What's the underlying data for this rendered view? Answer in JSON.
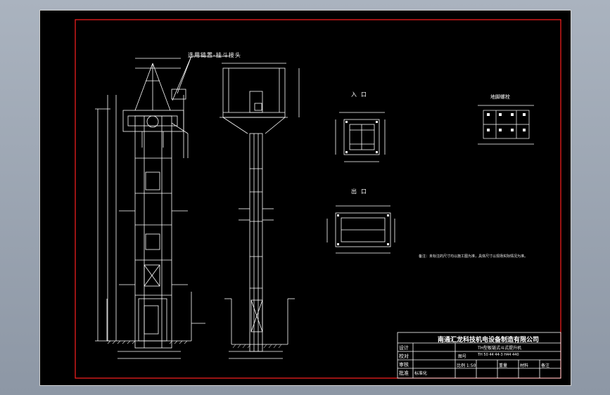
{
  "labels": {
    "leader_note": "选用链置-挂斗接头",
    "inlet_title": "入口",
    "outlet_title": "出口",
    "anchor_title": "地脚螺栓",
    "footnote": "备注：未标注的尺寸均以施工图为准，具体尺寸以现场实际情况为准。"
  },
  "title_block": {
    "company": "南通汇龙科技机电设备制造有限公司",
    "rows": [
      {
        "label": "设计",
        "value": "TH型板链式斗式提升机"
      },
      {
        "label": "校对",
        "value": "图号",
        "extra": "TH 50 44 44-3 H44 440"
      },
      {
        "label": "审核",
        "value": ""
      },
      {
        "label": "批准",
        "value": "比例 1:50"
      }
    ],
    "bottom_cells": [
      "标准化",
      "重量",
      "材料",
      "备注"
    ]
  },
  "colors": {
    "line": "#ffffff",
    "border": "#ff2020",
    "hatch": "#dddddd",
    "background": "#000000"
  }
}
